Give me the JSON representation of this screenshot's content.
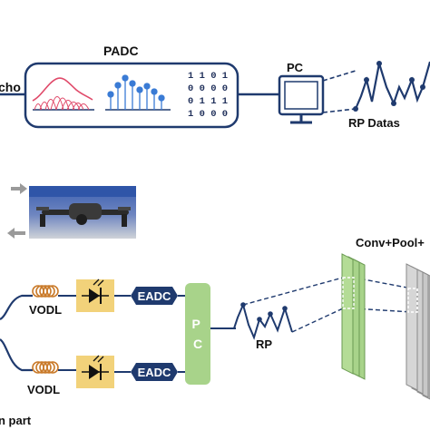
{
  "top": {
    "echo_label": "cho",
    "padc_label": "PADC",
    "bits": [
      "1 1 0 1",
      "0 0 0 0",
      "0 1 1 1",
      "1 0 0 0"
    ],
    "pc_label": "PC",
    "rp_dataset_label": "RP Datas"
  },
  "bottom": {
    "conv_label": "Conv+Pool+",
    "vodl_label_1": "VODL",
    "vodl_label_2": "VODL",
    "eadc_label_1": "EADC",
    "eadc_label_2": "EADC",
    "pc_block_label": "P\nC",
    "rp_label": "RP",
    "part_label": "n part"
  },
  "colors": {
    "navy": "#1f3a6e",
    "yellow_box": "#f2d27a",
    "green_block": "#a8d38a",
    "gray_block": "#c8c8c8",
    "pink_signal": "#e04a6a",
    "blue_signal": "#3a7bd5"
  }
}
